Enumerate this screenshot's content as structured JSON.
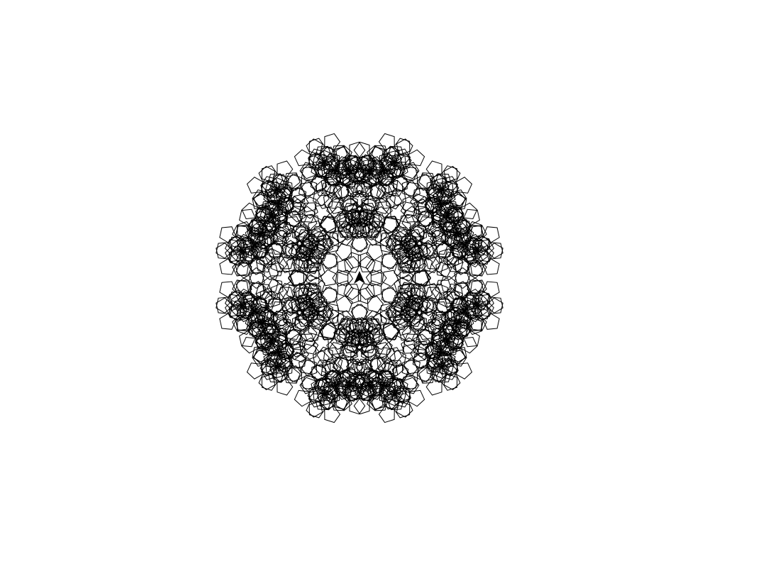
{
  "canvas": {
    "background_color": "#ffffff",
    "stroke_color": "#000000"
  },
  "drawing": {
    "shape": "pentagon",
    "arms": 6,
    "recursion_depth": 4,
    "turtle_cursor_icon": "turtle-arrow-icon"
  }
}
